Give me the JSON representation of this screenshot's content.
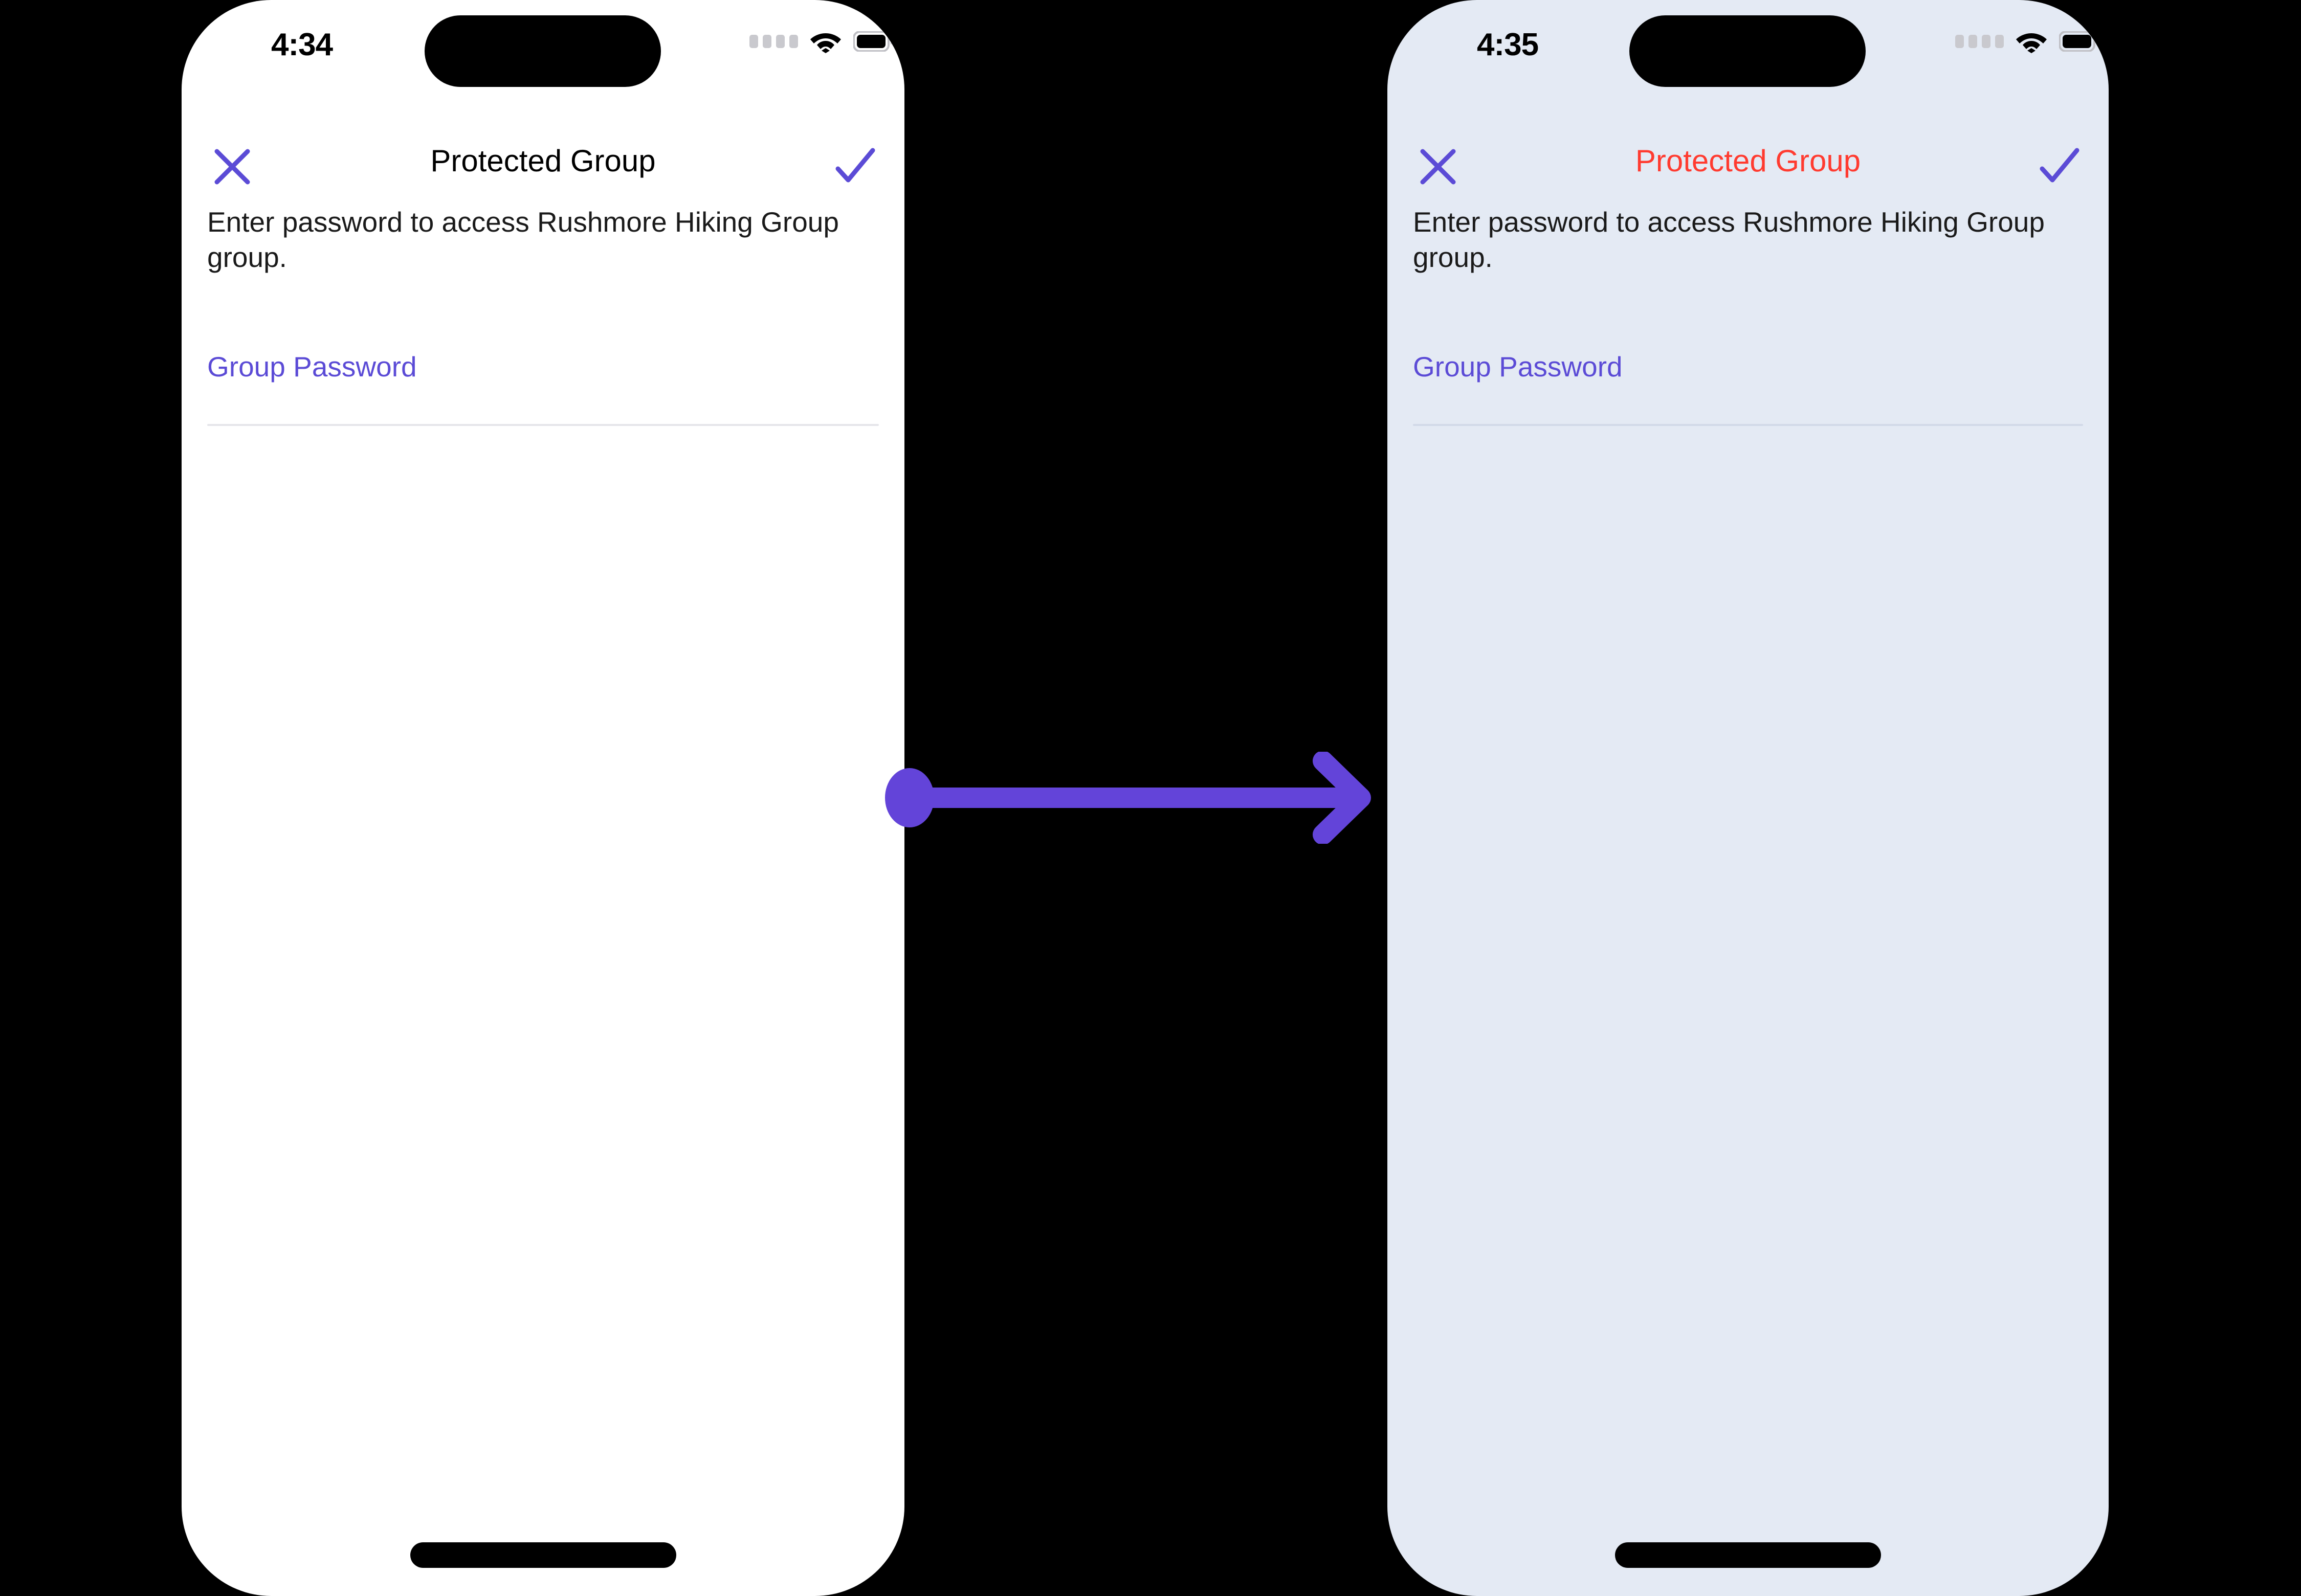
{
  "colors": {
    "page_background": "#000000",
    "accent_purple": "#5B4BD6",
    "arrow_purple": "#6344D9",
    "error_red": "#FF3B30",
    "screen_white": "#FFFFFF",
    "screen_tinted": "#E4EAF4",
    "divider": "#E6E6EA"
  },
  "screens": [
    {
      "id": "before",
      "status_bar": {
        "time": "4:34",
        "signal_icon": "cellular-signal-icon",
        "wifi_icon": "wifi-icon",
        "battery_icon": "battery-icon"
      },
      "nav": {
        "close_icon": "close-x-icon",
        "title": "Protected Group",
        "confirm_icon": "checkmark-icon"
      },
      "body": {
        "description": "Enter password to access Rushmore Hiking Group group.",
        "field_label": "Group Password",
        "field_value": "",
        "field_placeholder": ""
      },
      "home_indicator": "home-indicator"
    },
    {
      "id": "after",
      "status_bar": {
        "time": "4:35",
        "signal_icon": "cellular-signal-icon",
        "wifi_icon": "wifi-icon",
        "battery_icon": "battery-icon"
      },
      "nav": {
        "close_icon": "close-x-icon",
        "title": "Protected Group",
        "confirm_icon": "checkmark-icon"
      },
      "body": {
        "description": "Enter password to access Rushmore Hiking Group group.",
        "field_label": "Group Password",
        "field_value": "",
        "field_placeholder": ""
      },
      "home_indicator": "home-indicator"
    }
  ],
  "transition": {
    "icon": "right-arrow-icon",
    "direction": "left-to-right"
  }
}
